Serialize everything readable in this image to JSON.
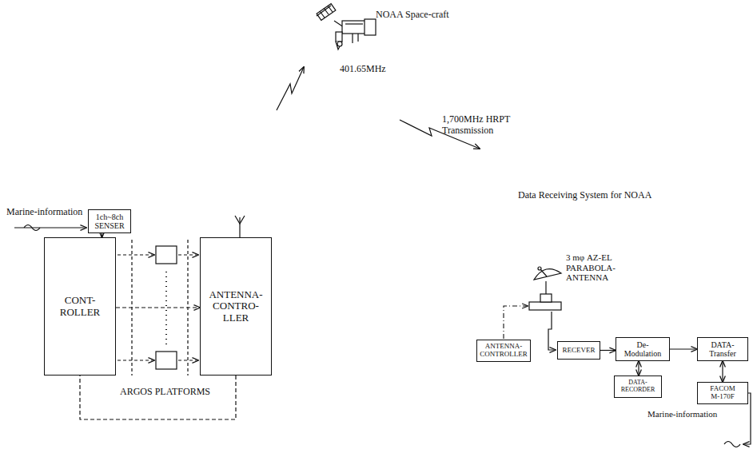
{
  "diagram": {
    "nodes": [
      {
        "text": [
          "1ch~8ch SENSER"
        ]
      },
      {
        "text": [
          "CONT- ROLLER"
        ]
      },
      {
        "text": [
          "ANTENNA- CONTRO- LLER"
        ]
      },
      {
        "text": [
          "ANTENNA- CONTROLLER"
        ]
      },
      {
        "text": [
          "RECEVER"
        ]
      },
      {
        "text": [
          "De- Modulation"
        ]
      },
      {
        "text": [
          "DATA- Transfer"
        ]
      },
      {
        "text": [
          "DATA- RECORDER"
        ]
      },
      {
        "text": [
          "FACOM M-170F"
        ]
      }
    ],
    "edges": [
      {
        "from": 0,
        "to": 1,
        "arrow": "to"
      },
      {
        "from": 1,
        "to": 2,
        "arrow": "to"
      },
      {
        "from": 2,
        "to": 1,
        "arrow": "none"
      },
      {
        "from": 4,
        "to": 5,
        "arrow": "to"
      },
      {
        "from": 5,
        "to": 6,
        "arrow": "to"
      },
      {
        "from": 5,
        "to": 7,
        "arrow": "both"
      },
      {
        "from": 6,
        "to": 8,
        "arrow": "both"
      }
    ],
    "labels": [
      "NOAA Space-craft",
      "401.65MHz",
      "1,700MHz HRPT Transmission",
      "Data Receiving System for NOAA",
      "Marine-information",
      "ARGOS PLATFORMS",
      "3 mφ AZ-EL PARABOLA-ANTENNA",
      "Marine-information"
    ]
  }
}
